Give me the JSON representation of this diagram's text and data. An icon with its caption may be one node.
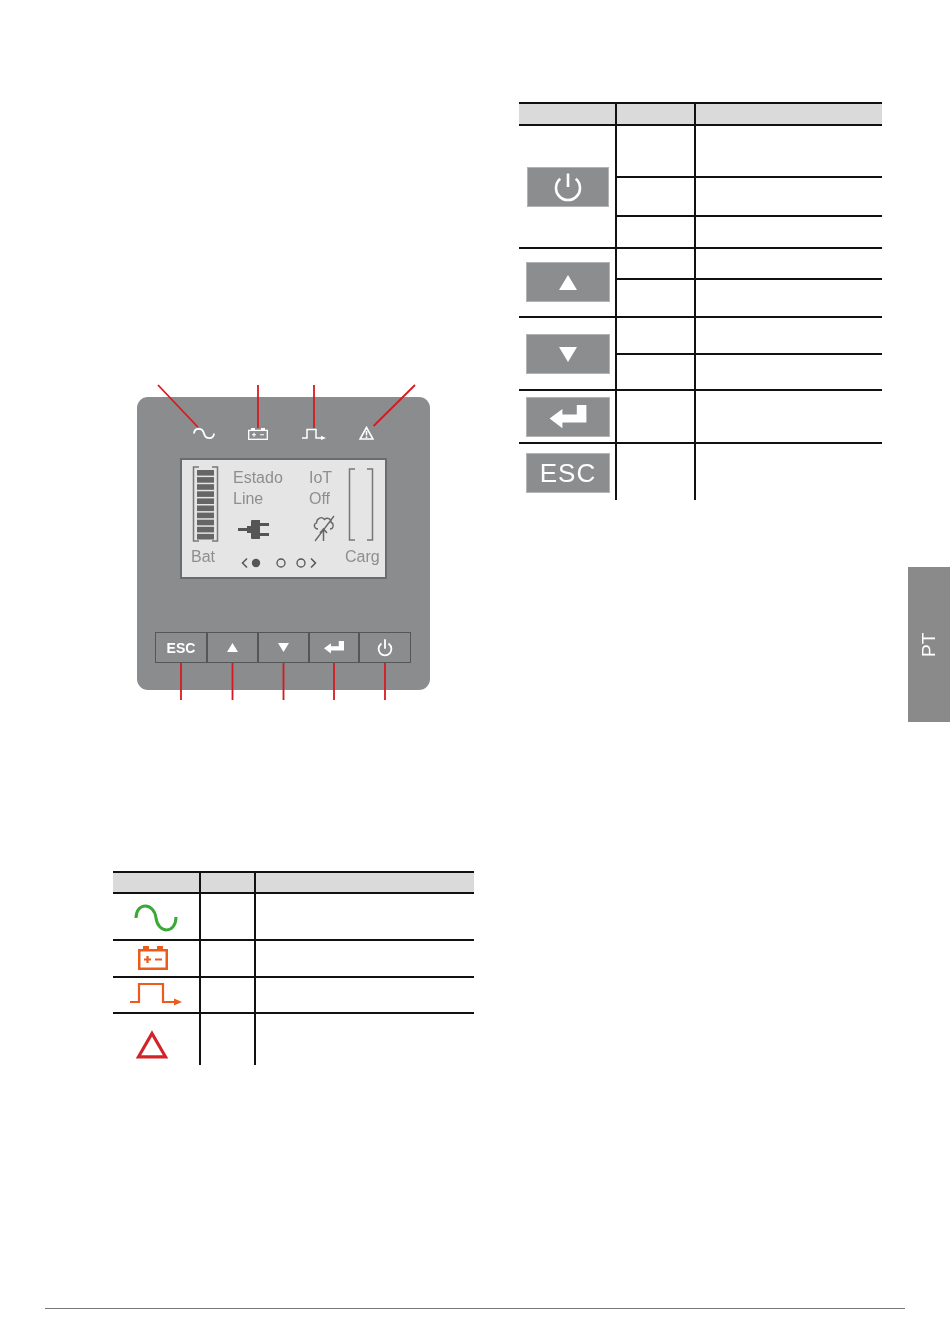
{
  "diagram": {
    "nodes": [
      {
        "text": [],
        "shape": "box"
      },
      {
        "text": [],
        "shape": "picture",
        "in": 0
      },
      {
        "text": [],
        "shape": "picture",
        "in": 0
      },
      {
        "text": [],
        "shape": "picture",
        "in": 0
      },
      {
        "text": [],
        "shape": "picture",
        "in": 0
      },
      {
        "text": [
          "Estado",
          "Line",
          "IoT",
          "Off",
          "Bat",
          "Carg"
        ],
        "in": 0
      },
      {
        "text": [
          "ESC"
        ],
        "in": 0
      },
      {
        "text": [],
        "shape": "box",
        "in": 0
      },
      {
        "text": [],
        "shape": "box",
        "in": 0
      },
      {
        "text": [],
        "shape": "box",
        "in": 0
      },
      {
        "text": [],
        "shape": "box",
        "in": 0
      }
    ],
    "edges": [
      {
        "from": null,
        "to": 1,
        "arrow": "none"
      },
      {
        "from": null,
        "to": 2,
        "arrow": "none"
      },
      {
        "from": null,
        "to": 3,
        "arrow": "none"
      },
      {
        "from": null,
        "to": 4,
        "arrow": "none"
      },
      {
        "from": null,
        "to": 6,
        "arrow": "none"
      },
      {
        "from": null,
        "to": 7,
        "arrow": "none"
      },
      {
        "from": null,
        "to": 8,
        "arrow": "none"
      },
      {
        "from": null,
        "to": 9,
        "arrow": "none"
      },
      {
        "from": null,
        "to": 10,
        "arrow": "none"
      }
    ],
    "labels": [
      "ESC",
      "PT"
    ]
  }
}
